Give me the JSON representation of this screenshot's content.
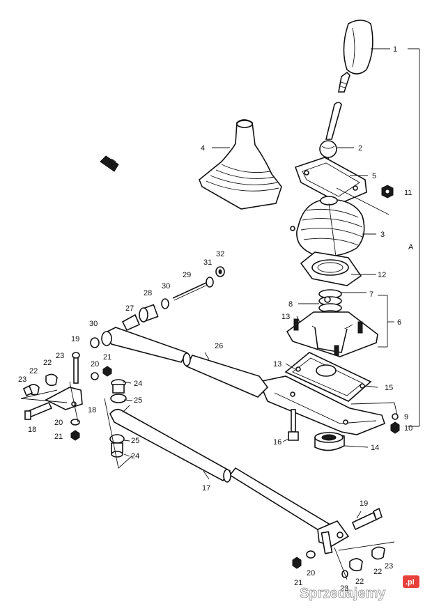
{
  "callouts": {
    "c1": "1",
    "c2": "2",
    "c3": "3",
    "c4": "4",
    "c5": "5",
    "c6": "6",
    "c7": "7",
    "c8": "8",
    "c9": "9",
    "c10": "10",
    "c11": "11",
    "c12": "12",
    "c13a": "13",
    "c13b": "13",
    "c14": "14",
    "c15": "15",
    "c16": "16",
    "c17": "17",
    "c18a": "18",
    "c18b": "18",
    "c19a": "19",
    "c19b": "19",
    "c20a": "20",
    "c20b": "20",
    "c20c": "20",
    "c21a": "21",
    "c21b": "21",
    "c21c": "21",
    "c22a": "22",
    "c22b": "22",
    "c22c": "22",
    "c22d": "22",
    "c23a": "23",
    "c23b": "23",
    "c23c": "23",
    "c23d": "23",
    "c24a": "24",
    "c24b": "24",
    "c25a": "25",
    "c25b": "25",
    "c26": "26",
    "c27": "27",
    "c28": "28",
    "c29": "29",
    "c30a": "30",
    "c30b": "30",
    "c31": "31",
    "c32": "32",
    "cA": "A"
  },
  "watermark": {
    "text": "Sprzedajemy",
    "tld": ".pl",
    "accent": "#e8403a"
  },
  "colors": {
    "ink": "#111111",
    "paper": "#ffffff"
  }
}
